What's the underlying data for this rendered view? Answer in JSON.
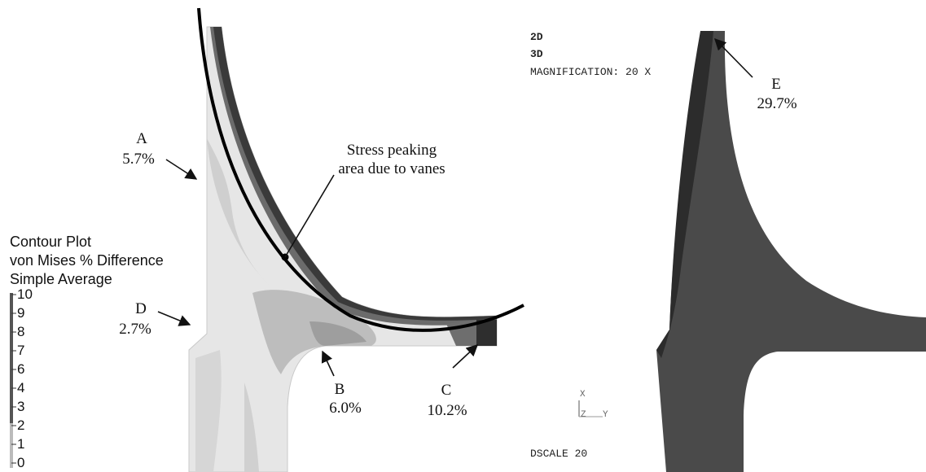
{
  "left_plot": {
    "legend": {
      "title_lines": [
        "Contour Plot",
        "von Mises % Difference",
        "Simple Average"
      ],
      "ticks": [
        "10",
        "9",
        "8",
        "7",
        "6",
        "4",
        "3",
        "2",
        "1",
        "0"
      ]
    },
    "annotations": {
      "A": {
        "letter": "A",
        "value": "5.7%"
      },
      "B": {
        "letter": "B",
        "value": "6.0%"
      },
      "C": {
        "letter": "C",
        "value": "10.2%"
      },
      "D": {
        "letter": "D",
        "value": "2.7%"
      },
      "stress": {
        "line1": "Stress peaking",
        "line2": "area due to vanes"
      }
    }
  },
  "right_plot": {
    "header": {
      "line1": "2D",
      "line2": "3D",
      "line3": "MAGNIFICATION: 20 X"
    },
    "annotation_E": {
      "letter": "E",
      "value": "29.7%"
    },
    "triad": {
      "x": "X",
      "z": "Z",
      "y": "Y"
    },
    "footer": "DSCALE 20"
  },
  "colors": {
    "text": "#111111",
    "shape_dark": "#4a4a4a",
    "contour_light": "#e6e6e6",
    "contour_mid": "#b5b5b5",
    "contour_dark": "#555555"
  }
}
